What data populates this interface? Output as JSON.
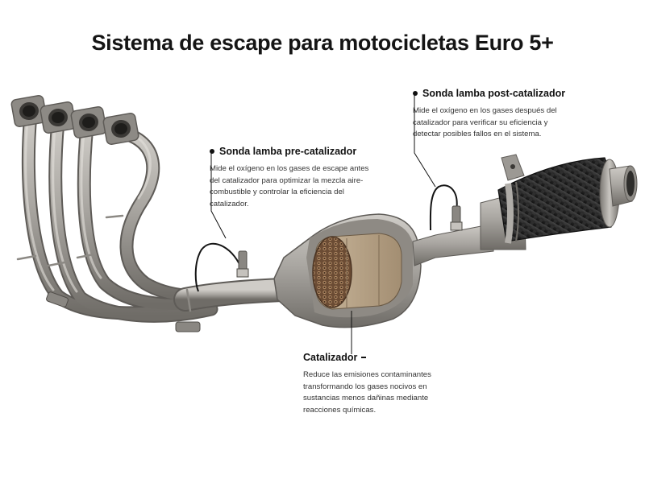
{
  "title": "Sistema de escape para motocicletas Euro 5+",
  "callouts": {
    "pre": {
      "heading": "Sonda lamba pre-catalizador",
      "description": "Mide el oxígeno en los gases de escape antes del catalizador para optimizar la mezcla aire-combustible y controlar la eficiencia del catalizador."
    },
    "post": {
      "heading": "Sonda lamba post-catalizador",
      "description": "Mide el oxígeno en los gases después del catalizador para verificar su eficiencia y detectar posibles fallos en el sistema."
    },
    "cat": {
      "heading": "Catalizador",
      "description": "Reduce las emisiones contaminantes transformando los gases nocivos en sustancias menos dañinas mediante reacciones químicas."
    }
  },
  "colors": {
    "steel": "#a7a49f",
    "steel_dark": "#6f6c67",
    "carbon": "#2a2a2a",
    "honeycomb": "#8a6a4e",
    "text": "#151515"
  }
}
